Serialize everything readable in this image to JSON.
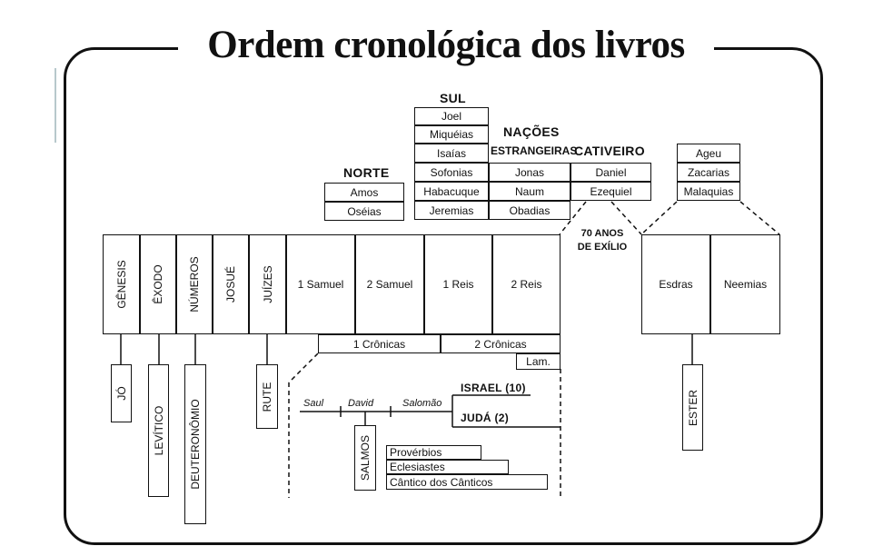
{
  "title": "Ordem cronológica dos livros",
  "norte": {
    "heading": "NORTE",
    "books": [
      "Amos",
      "Oséias"
    ]
  },
  "sul": {
    "heading": "SUL",
    "books": [
      "Joel",
      "Miquéias",
      "Isaías",
      "Sofonias",
      "Habacuque",
      "Jeremias"
    ]
  },
  "nacoes": {
    "heading_line1": "NAÇÕES",
    "heading_line2": "ESTRANGEIRAS",
    "books": [
      "Jonas",
      "Naum",
      "Obadias"
    ]
  },
  "cativeiro": {
    "heading": "CATIVEIRO",
    "books": [
      "Daniel",
      "Ezequiel"
    ]
  },
  "pos_exilio": {
    "books": [
      "Ageu",
      "Zacarias",
      "Malaquias"
    ]
  },
  "exilio_label_line1": "70 ANOS",
  "exilio_label_line2": "DE EXÍLIO",
  "timeline": {
    "vertical": [
      "GÊNESIS",
      "ÊXODO",
      "NÚMEROS",
      "JOSUÉ",
      "JUÍZES"
    ],
    "horizontal": [
      "1 Samuel",
      "2 Samuel",
      "1 Reis",
      "2 Reis"
    ],
    "post": [
      "Esdras",
      "Neemias"
    ]
  },
  "cronicas": [
    "1 Crônicas",
    "2 Crônicas"
  ],
  "lam": "Lam.",
  "branches": [
    "JÓ",
    "LEVÍTICO",
    "DEUTERONÔMIO",
    "RUTE",
    "ESTER",
    "SALMOS"
  ],
  "kings": [
    "Saul",
    "David",
    "Salomão"
  ],
  "israel": "ISRAEL (10)",
  "juda": "JUDÁ (2)",
  "wisdom": [
    "Provérbios",
    "Eclesiastes",
    "Cântico dos Cânticos"
  ]
}
